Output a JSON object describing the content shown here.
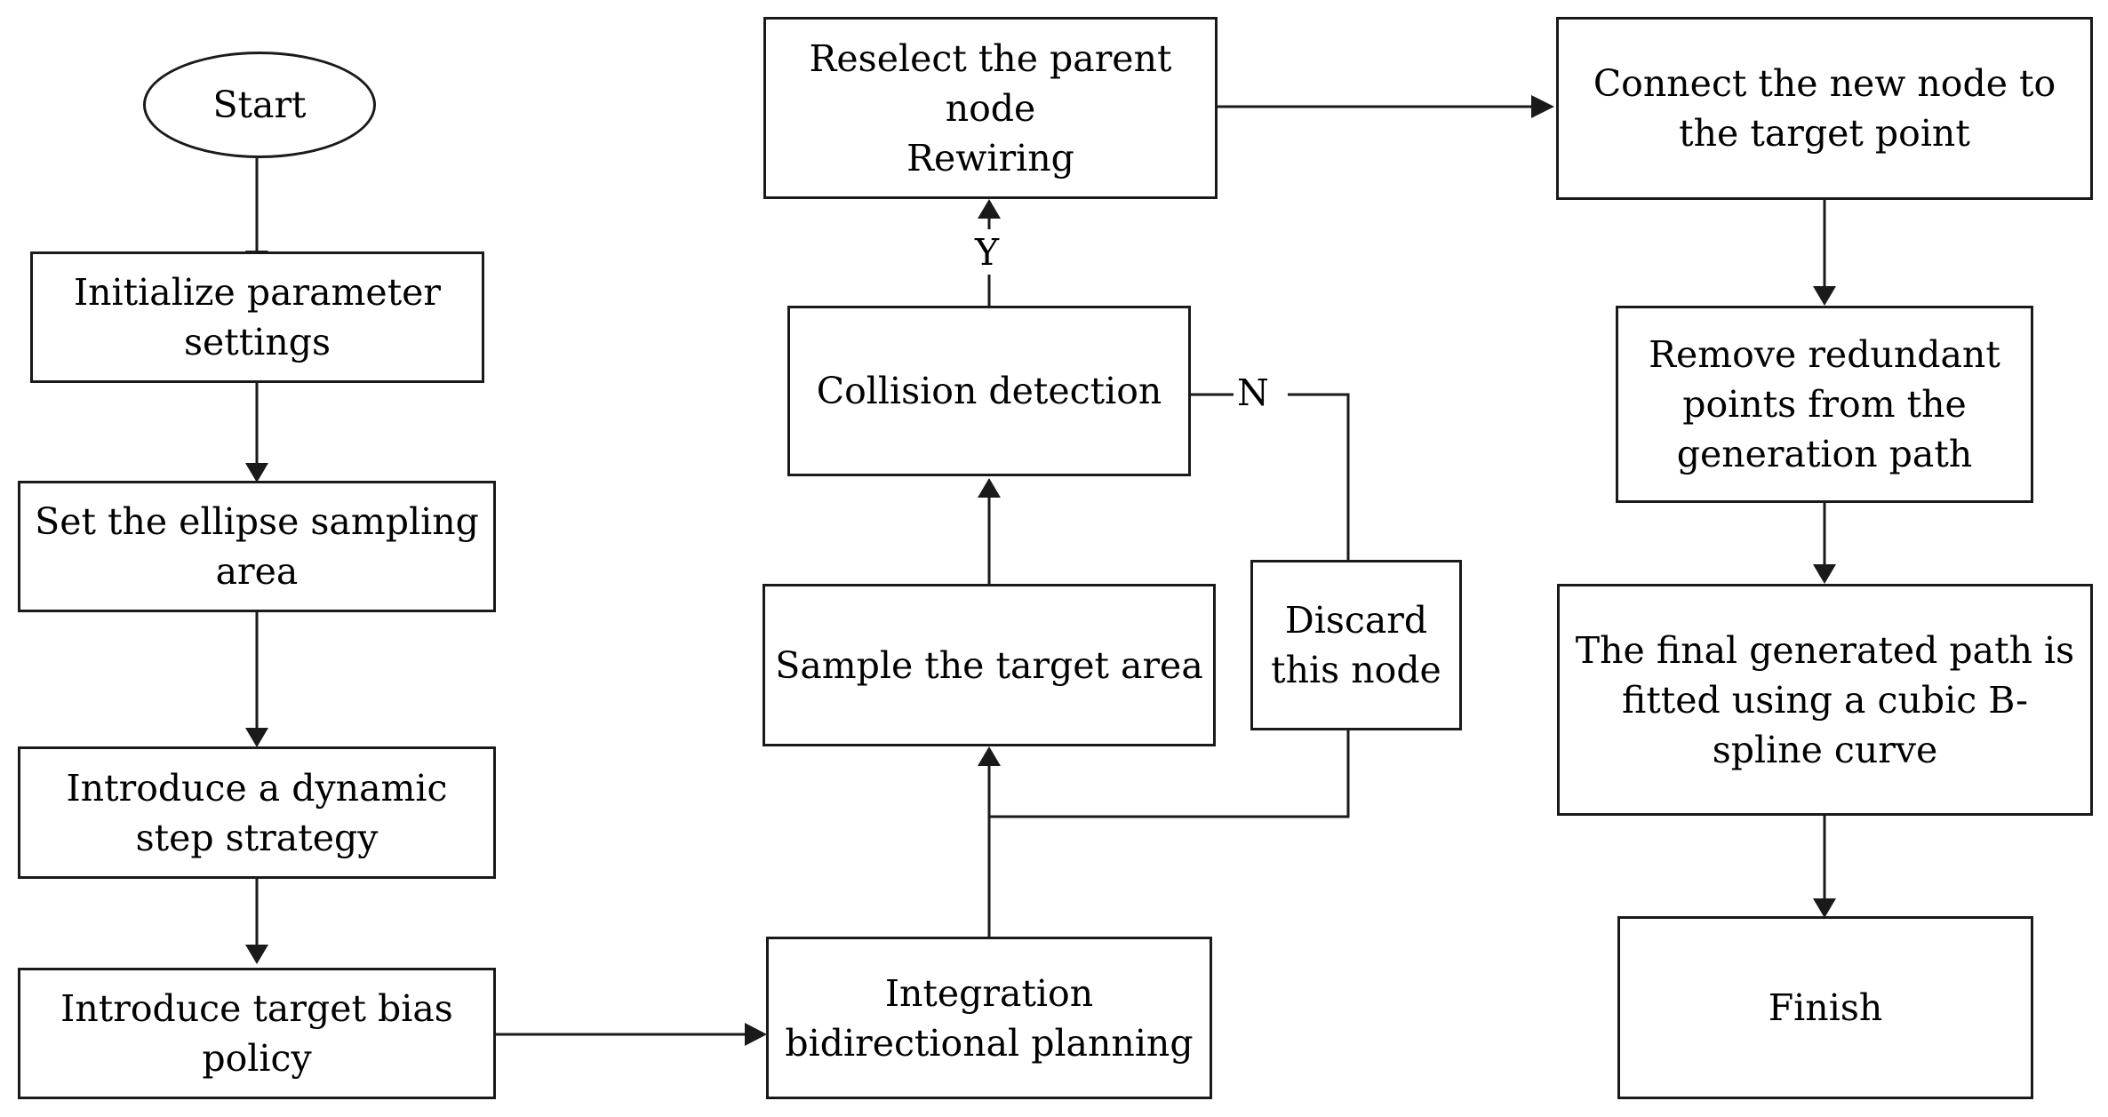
{
  "nodes": {
    "start": "Start",
    "init": "Initialize parameter\nsettings",
    "ellipse": "Set the ellipse sampling\narea",
    "dynamic": "Introduce a dynamic\nstep strategy",
    "bias": "Introduce target bias\npolicy",
    "bidir": "Integration\nbidirectional planning",
    "sample": "Sample the target area",
    "collision": "Collision detection",
    "discard": "Discard\nthis node",
    "reselect": "Reselect the parent\nnode\nRewiring",
    "connect": "Connect the new node to\nthe target point",
    "remove": "Remove redundant\npoints from the\ngeneration path",
    "fitted": "The final generated path is\nfitted using a cubic B-\nspline curve",
    "finish": "Finish"
  },
  "edge_labels": {
    "yes": "Y",
    "no": "N"
  },
  "colors": {
    "stroke": "#1a1a1a",
    "background": "#ffffff"
  }
}
